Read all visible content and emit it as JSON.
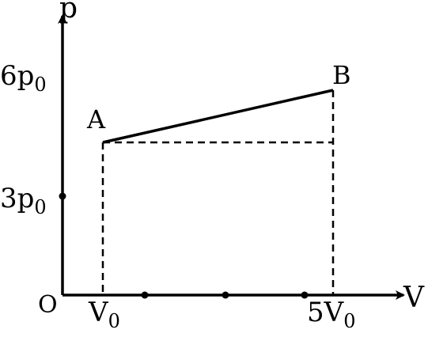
{
  "axes": {
    "y_label": "p",
    "x_label": "V",
    "origin_label": "O"
  },
  "y_ticks": [
    {
      "base": "6p",
      "sub": "0"
    },
    {
      "base": "3p",
      "sub": "0"
    }
  ],
  "x_ticks": [
    {
      "base": "V",
      "sub": "0"
    },
    {
      "base": "5V",
      "sub": "0"
    }
  ],
  "points": {
    "a": "A",
    "b": "B"
  },
  "colors": {
    "ink": "#000000",
    "background": "#ffffff"
  }
}
